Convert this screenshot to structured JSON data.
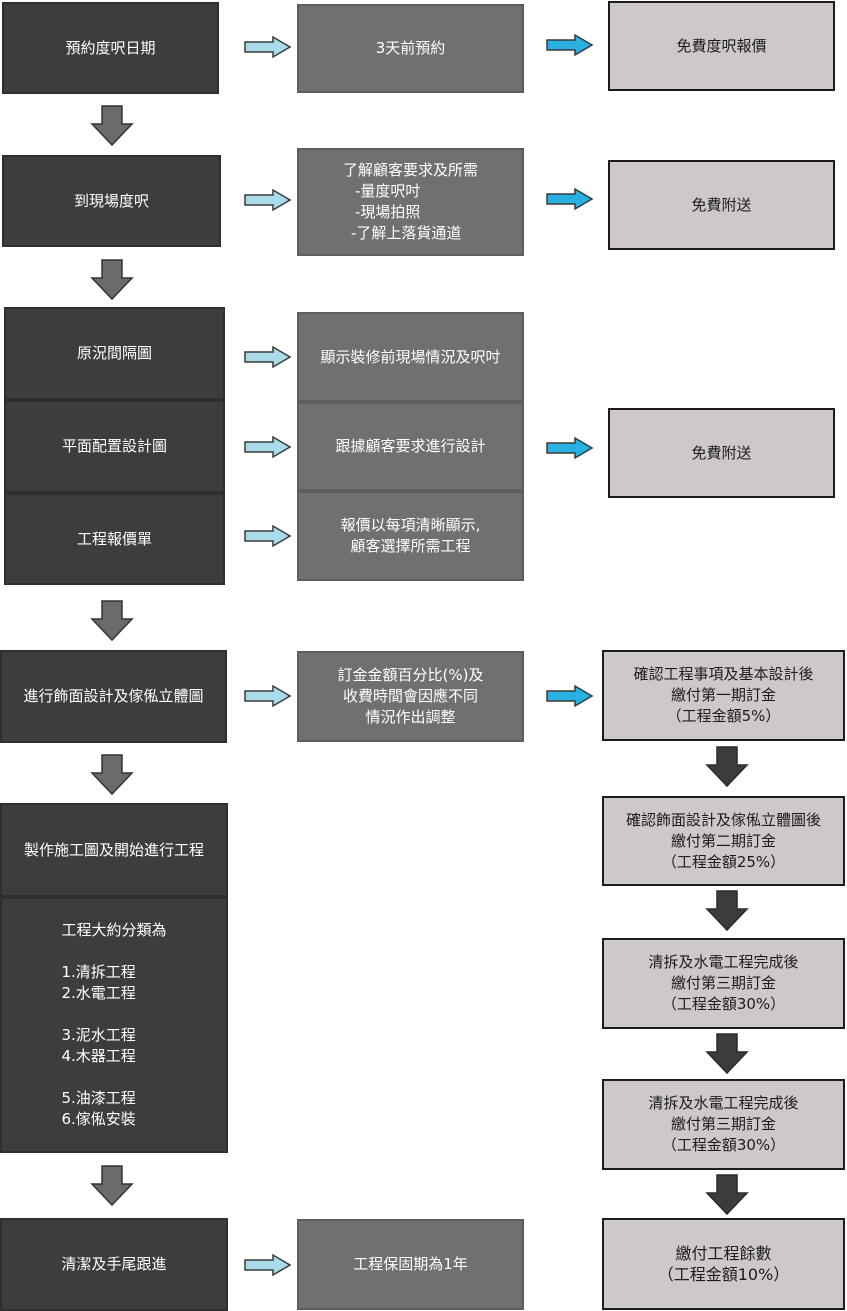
{
  "colors": {
    "dark_box": "#3d3d3d",
    "mid_box": "#707070",
    "light_box": "#cfc8cb",
    "arrow_light_blue": "#a9dbe8",
    "arrow_cyan": "#2ab0e0",
    "down_arrow_gray": "#6b6b6b",
    "down_arrow_dark": "#3c3c3c"
  },
  "steps": {
    "book_measure": "預約度呎日期",
    "site_measure": "到現場度呎",
    "original_plan": "原況間隔圖",
    "layout_design": "平面配置設計圖",
    "quotation": "工程報價單",
    "finish_design": "進行飾面設計及傢俬立體圖",
    "construction_start": "製作施工圖及開始進行工程",
    "cleaning": "清潔及手尾跟進"
  },
  "categories": {
    "title": "工程大約分類為",
    "items": [
      "1.清拆工程",
      "2.水電工程",
      "3.泥水工程",
      "4.木器工程",
      "5.油漆工程",
      "6.傢俬安裝"
    ]
  },
  "details": {
    "book_ahead": "3天前預約",
    "site_needs": {
      "title": "了解顧客要求及所需",
      "items": [
        "-量度呎吋",
        "-現場拍照",
        "-了解上落貨通道"
      ]
    },
    "original_plan_desc": "顯示裝修前現場情況及呎吋",
    "design_desc": "跟據顧客要求進行設計",
    "quotation_desc": [
      "報價以每項清晰顯示,",
      "顧客選擇所需工程"
    ],
    "deposit_desc": [
      "訂金金額百分比(%)及",
      "收費時間會因應不同",
      "情況作出調整"
    ],
    "warranty": "工程保固期為1年"
  },
  "benefits": {
    "free_quote": "免費度呎報價",
    "free_gift_1": "免費附送",
    "free_gift_2": "免費附送"
  },
  "payments": {
    "first": [
      "確認工程事項及基本設計後",
      "繳付第一期訂金",
      "（工程金額5%）"
    ],
    "second": [
      "確認飾面設計及傢俬立體圖後",
      "繳付第二期訂金",
      "（工程金額25%）"
    ],
    "third": [
      "清拆及水電工程完成後",
      "繳付第三期訂金",
      "（工程金額30%）"
    ],
    "fourth": [
      "清拆及水電工程完成後",
      "繳付第三期訂金",
      "（工程金額30%）"
    ],
    "final": [
      "繳付工程餘數",
      "（工程金額10%）"
    ]
  }
}
